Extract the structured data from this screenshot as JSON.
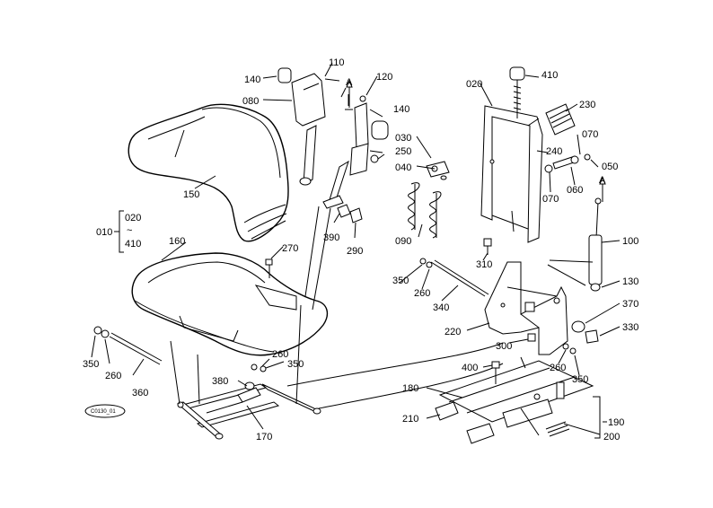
{
  "diagram": {
    "labels": {
      "l010": "010",
      "l020a": "020",
      "l410a": "410",
      "l020": "020",
      "l030": "030",
      "l040": "040",
      "l050": "050",
      "l060": "060",
      "l070a": "070",
      "l070b": "070",
      "l080": "080",
      "l090": "090",
      "l100": "100",
      "l110": "110",
      "l120": "120",
      "l130": "130",
      "l140a": "140",
      "l140b": "140",
      "l150": "150",
      "l160": "160",
      "l170": "170",
      "l180": "180",
      "l190": "190",
      "l200": "200",
      "l210": "210",
      "l220": "220",
      "l230": "230",
      "l240": "240",
      "l250": "250",
      "l260a": "260",
      "l260b": "260",
      "l260c": "260",
      "l260d": "260",
      "l270": "270",
      "l290": "290",
      "l300": "300",
      "l310": "310",
      "l330": "330",
      "l340": "340",
      "l350a": "350",
      "l350b": "350",
      "l350c": "350",
      "l350d": "350",
      "l360": "360",
      "l370": "370",
      "l380": "380",
      "l390": "390",
      "l400": "400",
      "l410": "410",
      "l_a1": "A",
      "l_a2": "A"
    },
    "drawing_code": "C0130_01"
  }
}
